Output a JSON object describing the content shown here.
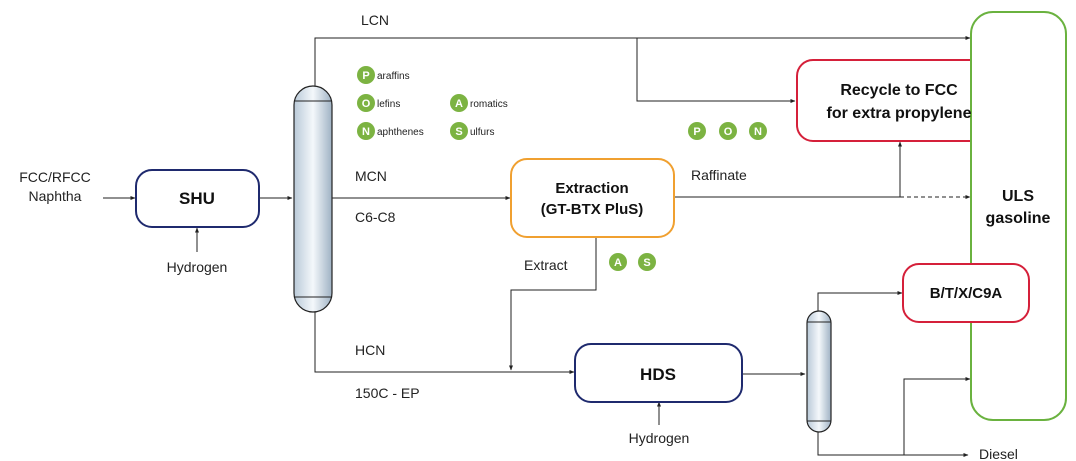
{
  "colors": {
    "navy": "#1f2a6e",
    "orange": "#f0a030",
    "red": "#d5203a",
    "green": "#6ab23f",
    "badge_green": "#7cb342",
    "line": "#222222"
  },
  "inputs": {
    "feed_line1": "FCC/RFCC",
    "feed_line2": "Naphtha",
    "hydrogen_shu": "Hydrogen",
    "hydrogen_hds": "Hydrogen"
  },
  "units": {
    "shu": "SHU",
    "extraction_line1": "Extraction",
    "extraction_line2": "(GT-BTX PluS)",
    "hds": "HDS",
    "recycle_line1": "Recycle to FCC",
    "recycle_line2": "for extra propylene",
    "btx": "B/T/X/C9A",
    "uls_line1": "ULS",
    "uls_line2": "gasoline"
  },
  "streams": {
    "lcn": "LCN",
    "mcn": "MCN",
    "mcn_range": "C6-C8",
    "hcn": "HCN",
    "hcn_range": "150C - EP",
    "raffinate": "Raffinate",
    "extract": "Extract",
    "diesel": "Diesel"
  },
  "legend": [
    {
      "letter": "P",
      "rest": "araffins"
    },
    {
      "letter": "O",
      "rest": "lefins"
    },
    {
      "letter": "N",
      "rest": "aphthenes"
    },
    {
      "letter": "A",
      "rest": "romatics"
    },
    {
      "letter": "S",
      "rest": "ulfurs"
    }
  ],
  "raffinate_badges": [
    "P",
    "O",
    "N"
  ],
  "extract_badges": [
    "A",
    "S"
  ]
}
